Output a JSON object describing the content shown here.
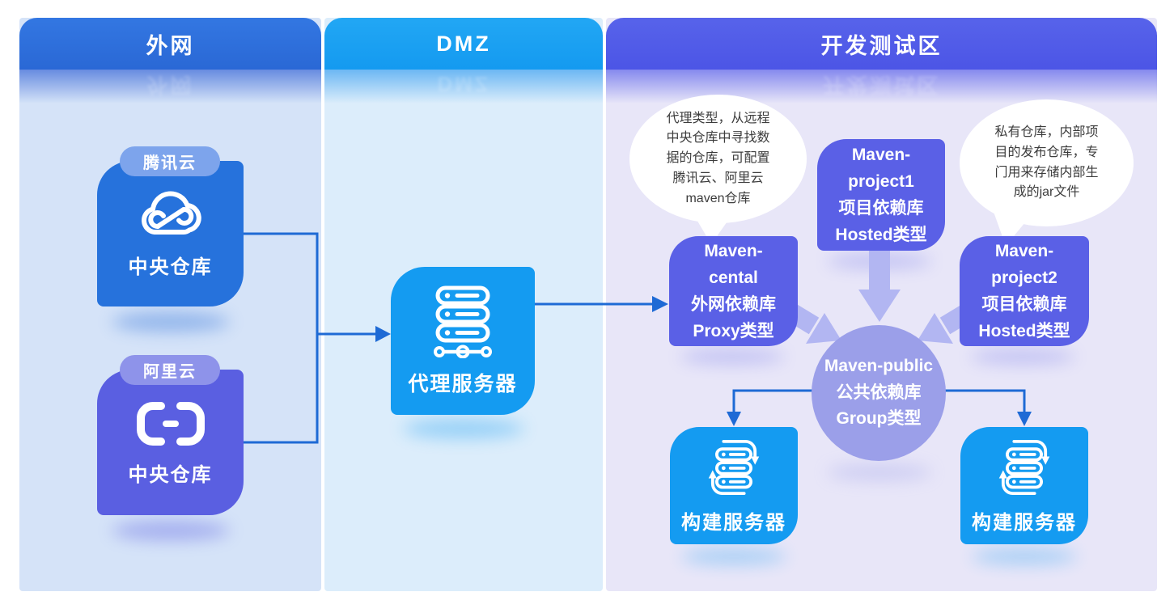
{
  "colors": {
    "external_header": "#2e6fd9",
    "dmz_header": "#18a0f2",
    "dev_header": "#515ce8",
    "external_panel_bg": "#d5e3f8",
    "dmz_panel_bg": "#dcedfb",
    "dev_panel_bg": "#e8e6f8",
    "tencent_card": "#2672dc",
    "tencent_badge": "#7da4ec",
    "aliyun_card": "#5a5fe1",
    "aliyun_badge": "#8e93ea",
    "proxy_card": "#149bf1",
    "maven_box": "#5a60e6",
    "maven_public_circle": "#9b9fe9",
    "build_box": "#149bf1",
    "connector_blue": "#1e6ad5",
    "converge_arrow": "#b2b6f2",
    "bubble_bg": "#ffffff"
  },
  "panels": {
    "external": {
      "title": "外网"
    },
    "dmz": {
      "title": "DMZ"
    },
    "dev": {
      "title": "开发测试区"
    }
  },
  "nodes": {
    "tencent": {
      "badge": "腾讯云",
      "label": "中央仓库",
      "icon": "tencent-cloud-icon"
    },
    "aliyun": {
      "badge": "阿里云",
      "label": "中央仓库",
      "icon": "aliyun-brackets-icon"
    },
    "proxy": {
      "label": "代理服务器",
      "icon": "server-nodes-icon"
    },
    "maven_cental": {
      "lines": [
        "Maven-",
        "cental",
        "外网依赖库",
        "Proxy类型"
      ]
    },
    "maven_project1": {
      "lines": [
        "Maven-",
        "project1",
        "项目依赖库",
        "Hosted类型"
      ]
    },
    "maven_project2": {
      "lines": [
        "Maven-",
        "project2",
        "项目依赖库",
        "Hosted类型"
      ]
    },
    "maven_public": {
      "lines": [
        "Maven-public",
        "公共依赖库",
        "Group类型"
      ]
    },
    "build_left": {
      "label": "构建服务器",
      "icon": "server-sync-icon"
    },
    "build_right": {
      "label": "构建服务器",
      "icon": "server-sync-icon"
    }
  },
  "callouts": {
    "proxy_note": {
      "lines": [
        "代理类型，从远程",
        "中央仓库中寻找数",
        "据的仓库，可配置",
        "腾讯云、阿里云",
        "maven仓库"
      ]
    },
    "hosted_note": {
      "lines": [
        "私有仓库，内部项",
        "目的发布仓库，专",
        "门用来存储内部生",
        "成的jar文件"
      ]
    }
  }
}
